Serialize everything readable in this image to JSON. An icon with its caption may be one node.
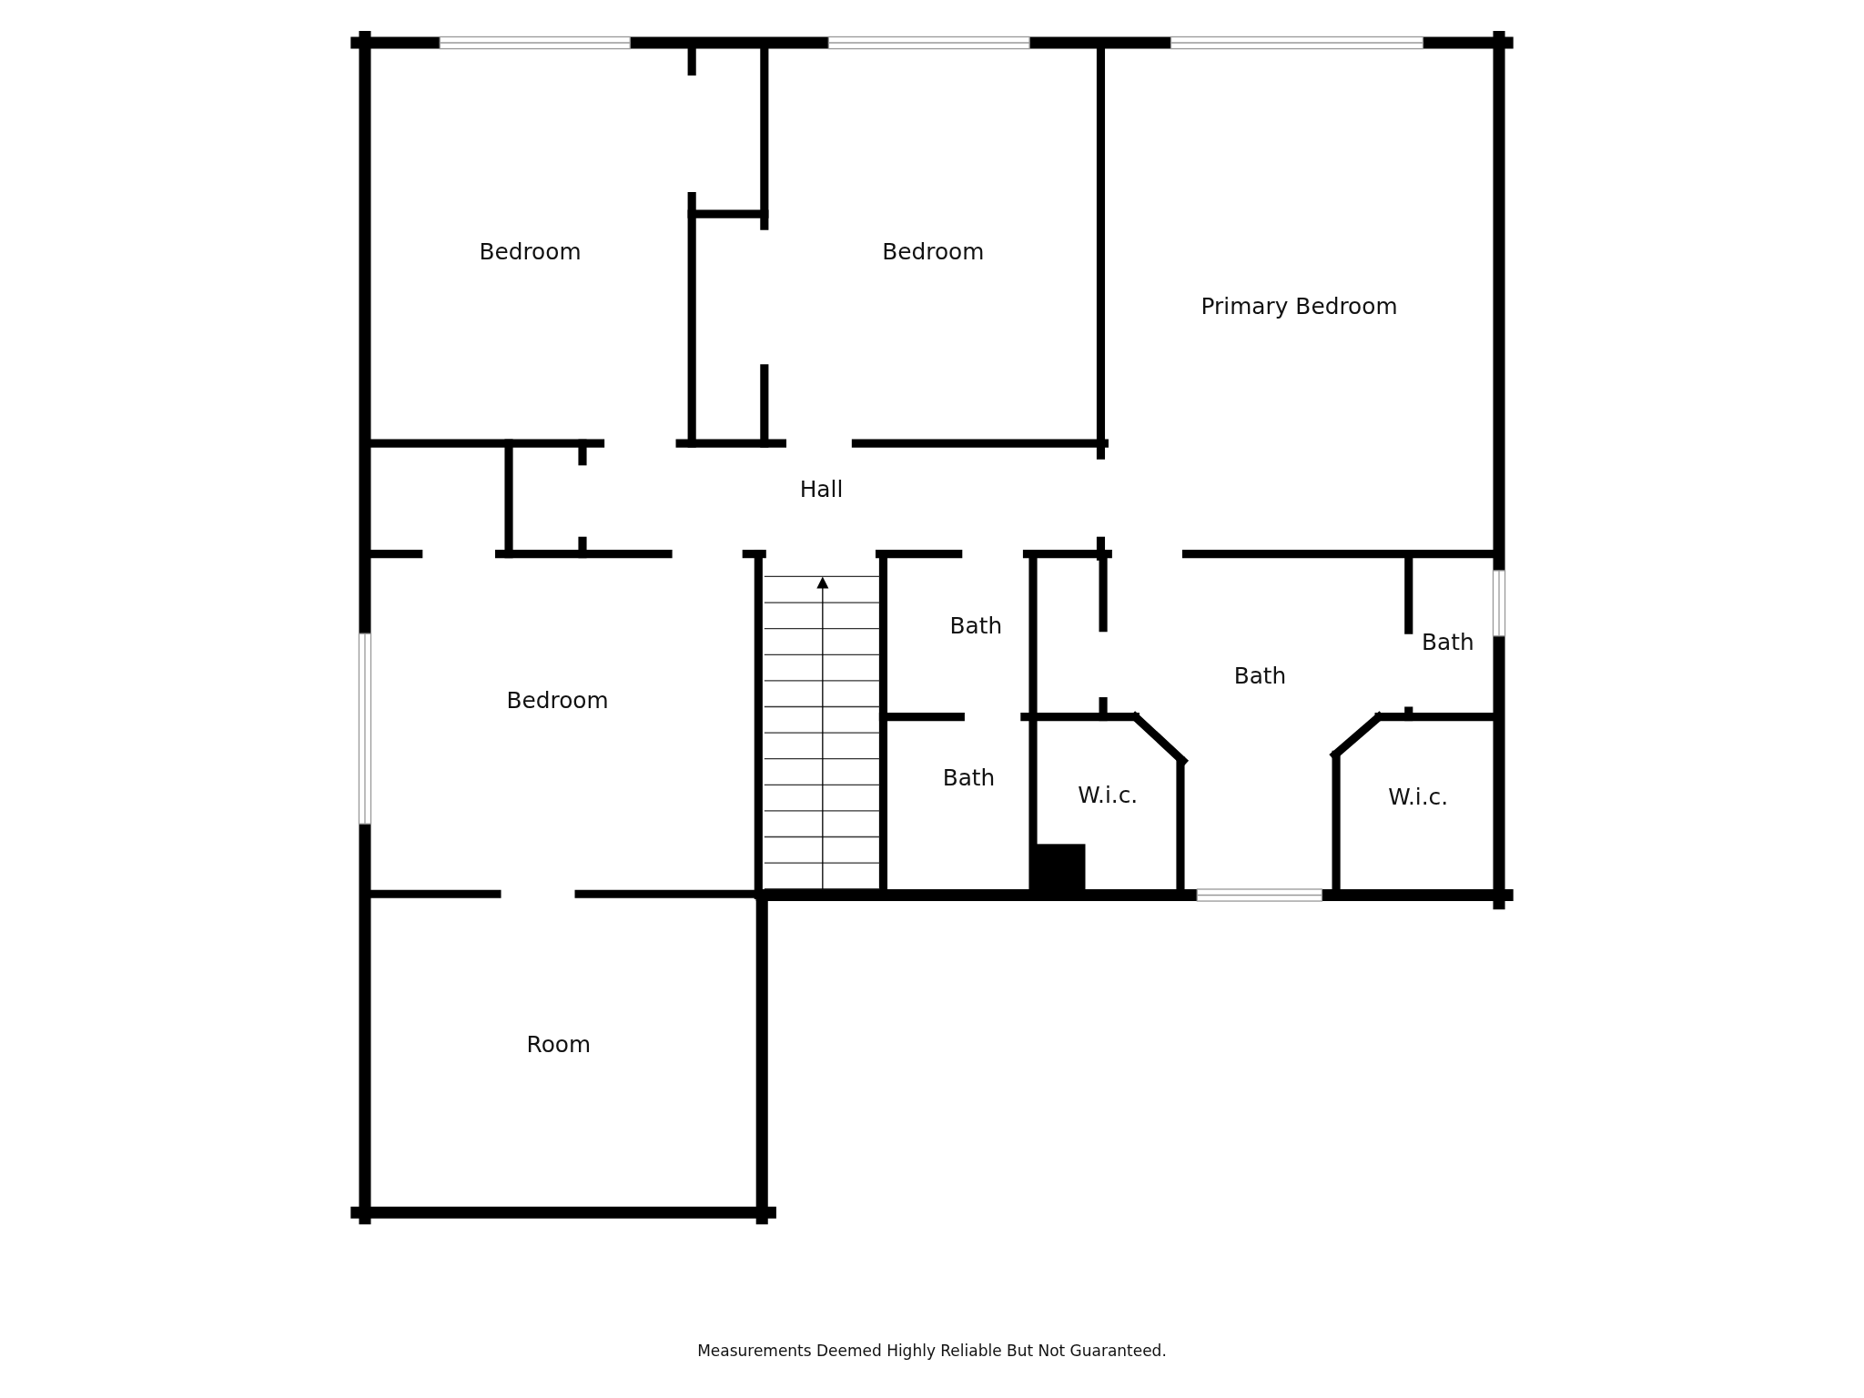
{
  "diagram": {
    "caption": "Measurements Deemed Highly Reliable But Not Guaranteed.",
    "nodes": [
      {
        "text": [
          "Bedroom"
        ]
      },
      {
        "text": [
          "Bedroom"
        ]
      },
      {
        "text": [
          "Primary Bedroom"
        ]
      },
      {
        "text": [
          "Hall"
        ]
      },
      {
        "text": [
          "Bath"
        ]
      },
      {
        "text": [
          "Bath"
        ]
      },
      {
        "text": [
          "Bath"
        ]
      },
      {
        "text": [
          "Bedroom"
        ]
      },
      {
        "text": [
          "Bath"
        ]
      },
      {
        "text": [
          "W.i.c."
        ]
      },
      {
        "text": [
          "W.i.c."
        ]
      },
      {
        "text": [
          "Room"
        ]
      }
    ]
  }
}
